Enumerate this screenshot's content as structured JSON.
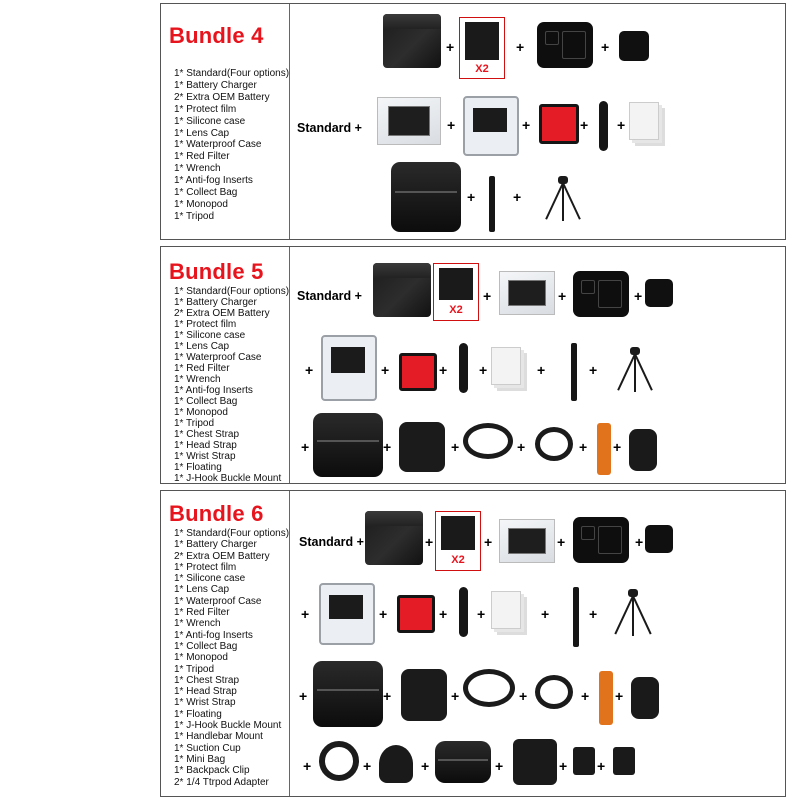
{
  "bundles": [
    {
      "title": "Bundle 4",
      "items": [
        "1* Standard(Four options)",
        "1* Battery Charger",
        "2* Extra OEM Battery",
        "1* Protect film",
        "1* Silicone case",
        "1* Lens Cap",
        "1* Waterproof Case",
        "1* Red Filter",
        "1* Wrench",
        "1* Anti-fog Inserts",
        "1* Collect Bag",
        "1* Monopod",
        "1* Tripod"
      ],
      "standard_label": "Standard +",
      "x2_label": "X2"
    },
    {
      "title": "Bundle 5",
      "items": [
        "1* Standard(Four options)",
        "1* Battery Charger",
        "2* Extra OEM Battery",
        "1* Protect film",
        "1* Silicone case",
        "1* Lens Cap",
        "1* Waterproof Case",
        "1* Red Filter",
        "1* Wrench",
        "1* Anti-fog Inserts",
        "1* Collect Bag",
        "1* Monopod",
        "1* Tripod",
        "1* Chest Strap",
        "1* Head Strap",
        "1* Wrist Strap",
        "1* Floating",
        "1* J-Hook Buckle Mount"
      ],
      "standard_label": "Standard +",
      "x2_label": "X2"
    },
    {
      "title": "Bundle 6",
      "items": [
        "1* Standard(Four options)",
        "1* Battery Charger",
        "2* Extra OEM Battery",
        "1* Protect film",
        "1* Silicone case",
        "1* Lens Cap",
        "1* Waterproof Case",
        "1* Red Filter",
        "1* Wrench",
        "1* Anti-fog Inserts",
        "1* Collect Bag",
        "1* Monopod",
        "1* Tripod",
        "1* Chest Strap",
        "1* Head Strap",
        "1* Wrist Strap",
        "1* Floating",
        "1* J-Hook Buckle Mount",
        "1* Handlebar Mount",
        "1* Suction Cup",
        "1* Mini Bag",
        "1* Backpack  Clip",
        "2* 1/4 Ttrpod Adapter"
      ],
      "standard_label": "Standard +",
      "x2_label": "X2"
    }
  ],
  "plus_sign": "+",
  "colors": {
    "title_red": "#e8141d",
    "border": "#555555",
    "filter_red": "#e31c25",
    "floating_orange": "#e0731c"
  }
}
